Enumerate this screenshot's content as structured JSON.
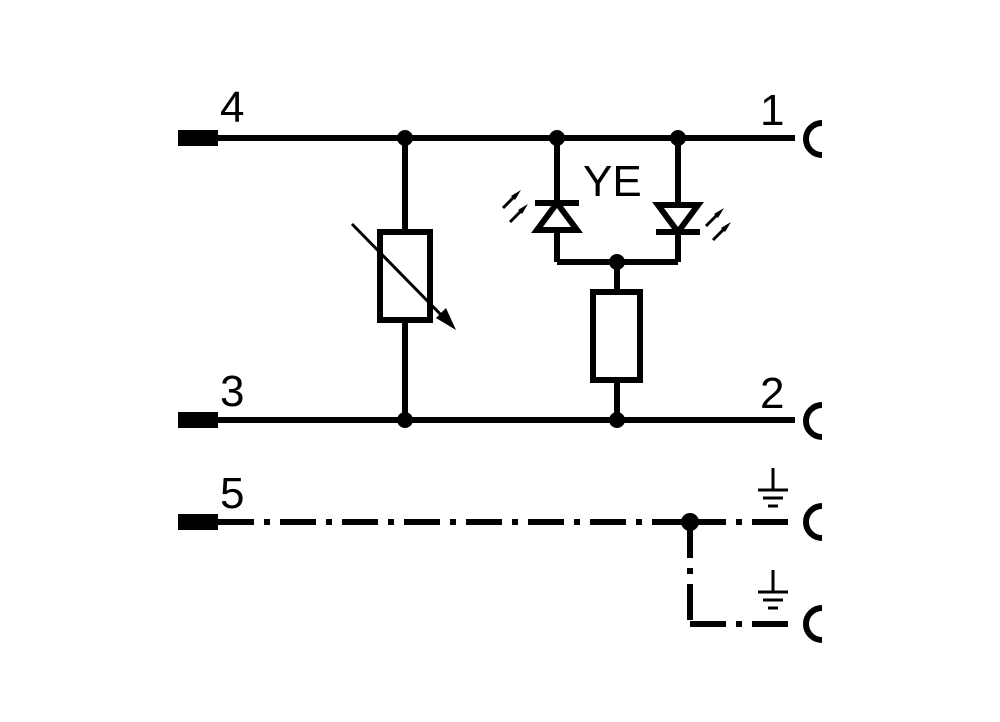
{
  "diagram": {
    "pins": {
      "p4": "4",
      "p3": "3",
      "p5": "5",
      "p1": "1",
      "p2": "2"
    },
    "led_label": "YE"
  }
}
